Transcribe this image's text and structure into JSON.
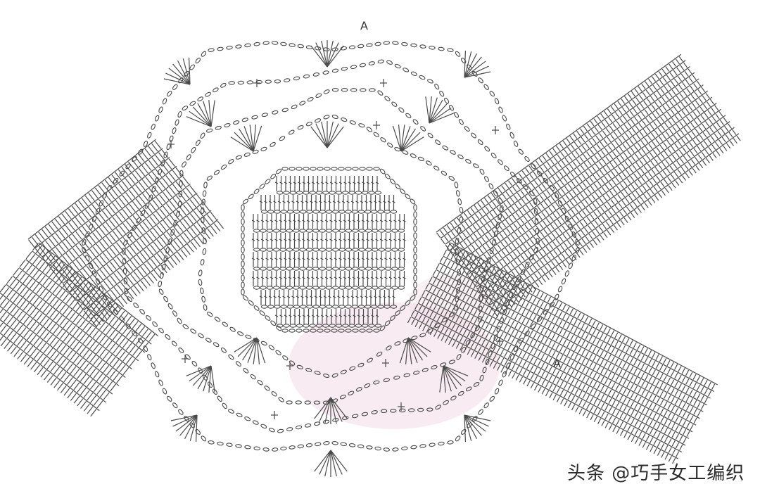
{
  "watermark": "头条 @巧手女工编织",
  "markers": [
    "A",
    "A"
  ],
  "colors": {
    "ink": "#4a4a4a",
    "paper": "#ffffff",
    "tint": "#f3dbe6"
  }
}
